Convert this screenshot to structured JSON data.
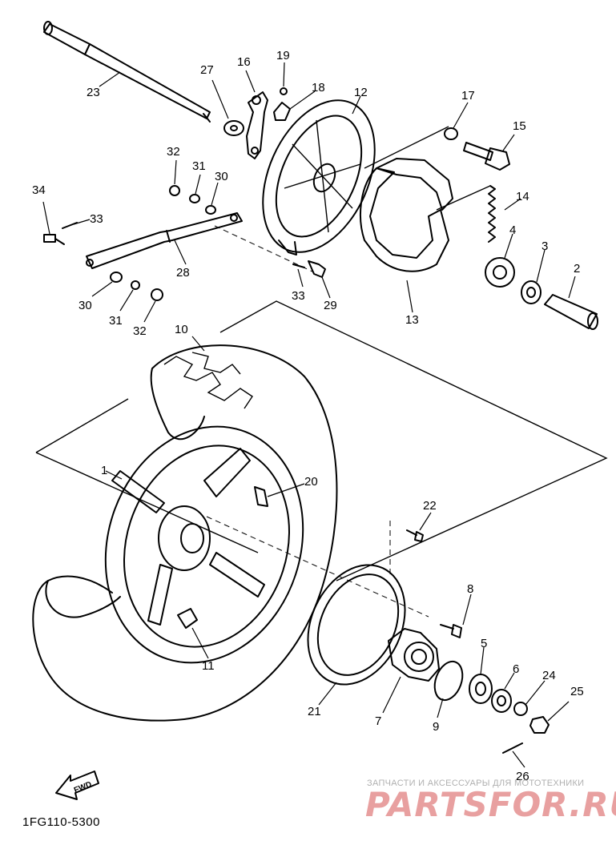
{
  "labels": {
    "p1": "1",
    "p2": "2",
    "p3": "3",
    "p4": "4",
    "p5": "5",
    "p6": "6",
    "p7": "7",
    "p8": "8",
    "p9": "9",
    "p10": "10",
    "p11": "11",
    "p12": "12",
    "p13": "13",
    "p14": "14",
    "p15": "15",
    "p16": "16",
    "p17": "17",
    "p18": "18",
    "p19": "19",
    "p20": "20",
    "p21": "21",
    "p22": "22",
    "p23": "23",
    "p24": "24",
    "p25": "25",
    "p26": "26",
    "p27": "27",
    "p28": "28",
    "p29": "29",
    "p30a": "30",
    "p30b": "30",
    "p31a": "31",
    "p31b": "31",
    "p32a": "32",
    "p32b": "32",
    "p33a": "33",
    "p33b": "33",
    "p34": "34"
  },
  "fwd_label": "FWD",
  "diagram_code": "1FG110-5300",
  "watermark": {
    "tagline": "ЗАПЧАСТИ И АКСЕССУАРЫ ДЛЯ МОТОТЕХНИКИ",
    "logo": "PARTSFOR.RU"
  }
}
